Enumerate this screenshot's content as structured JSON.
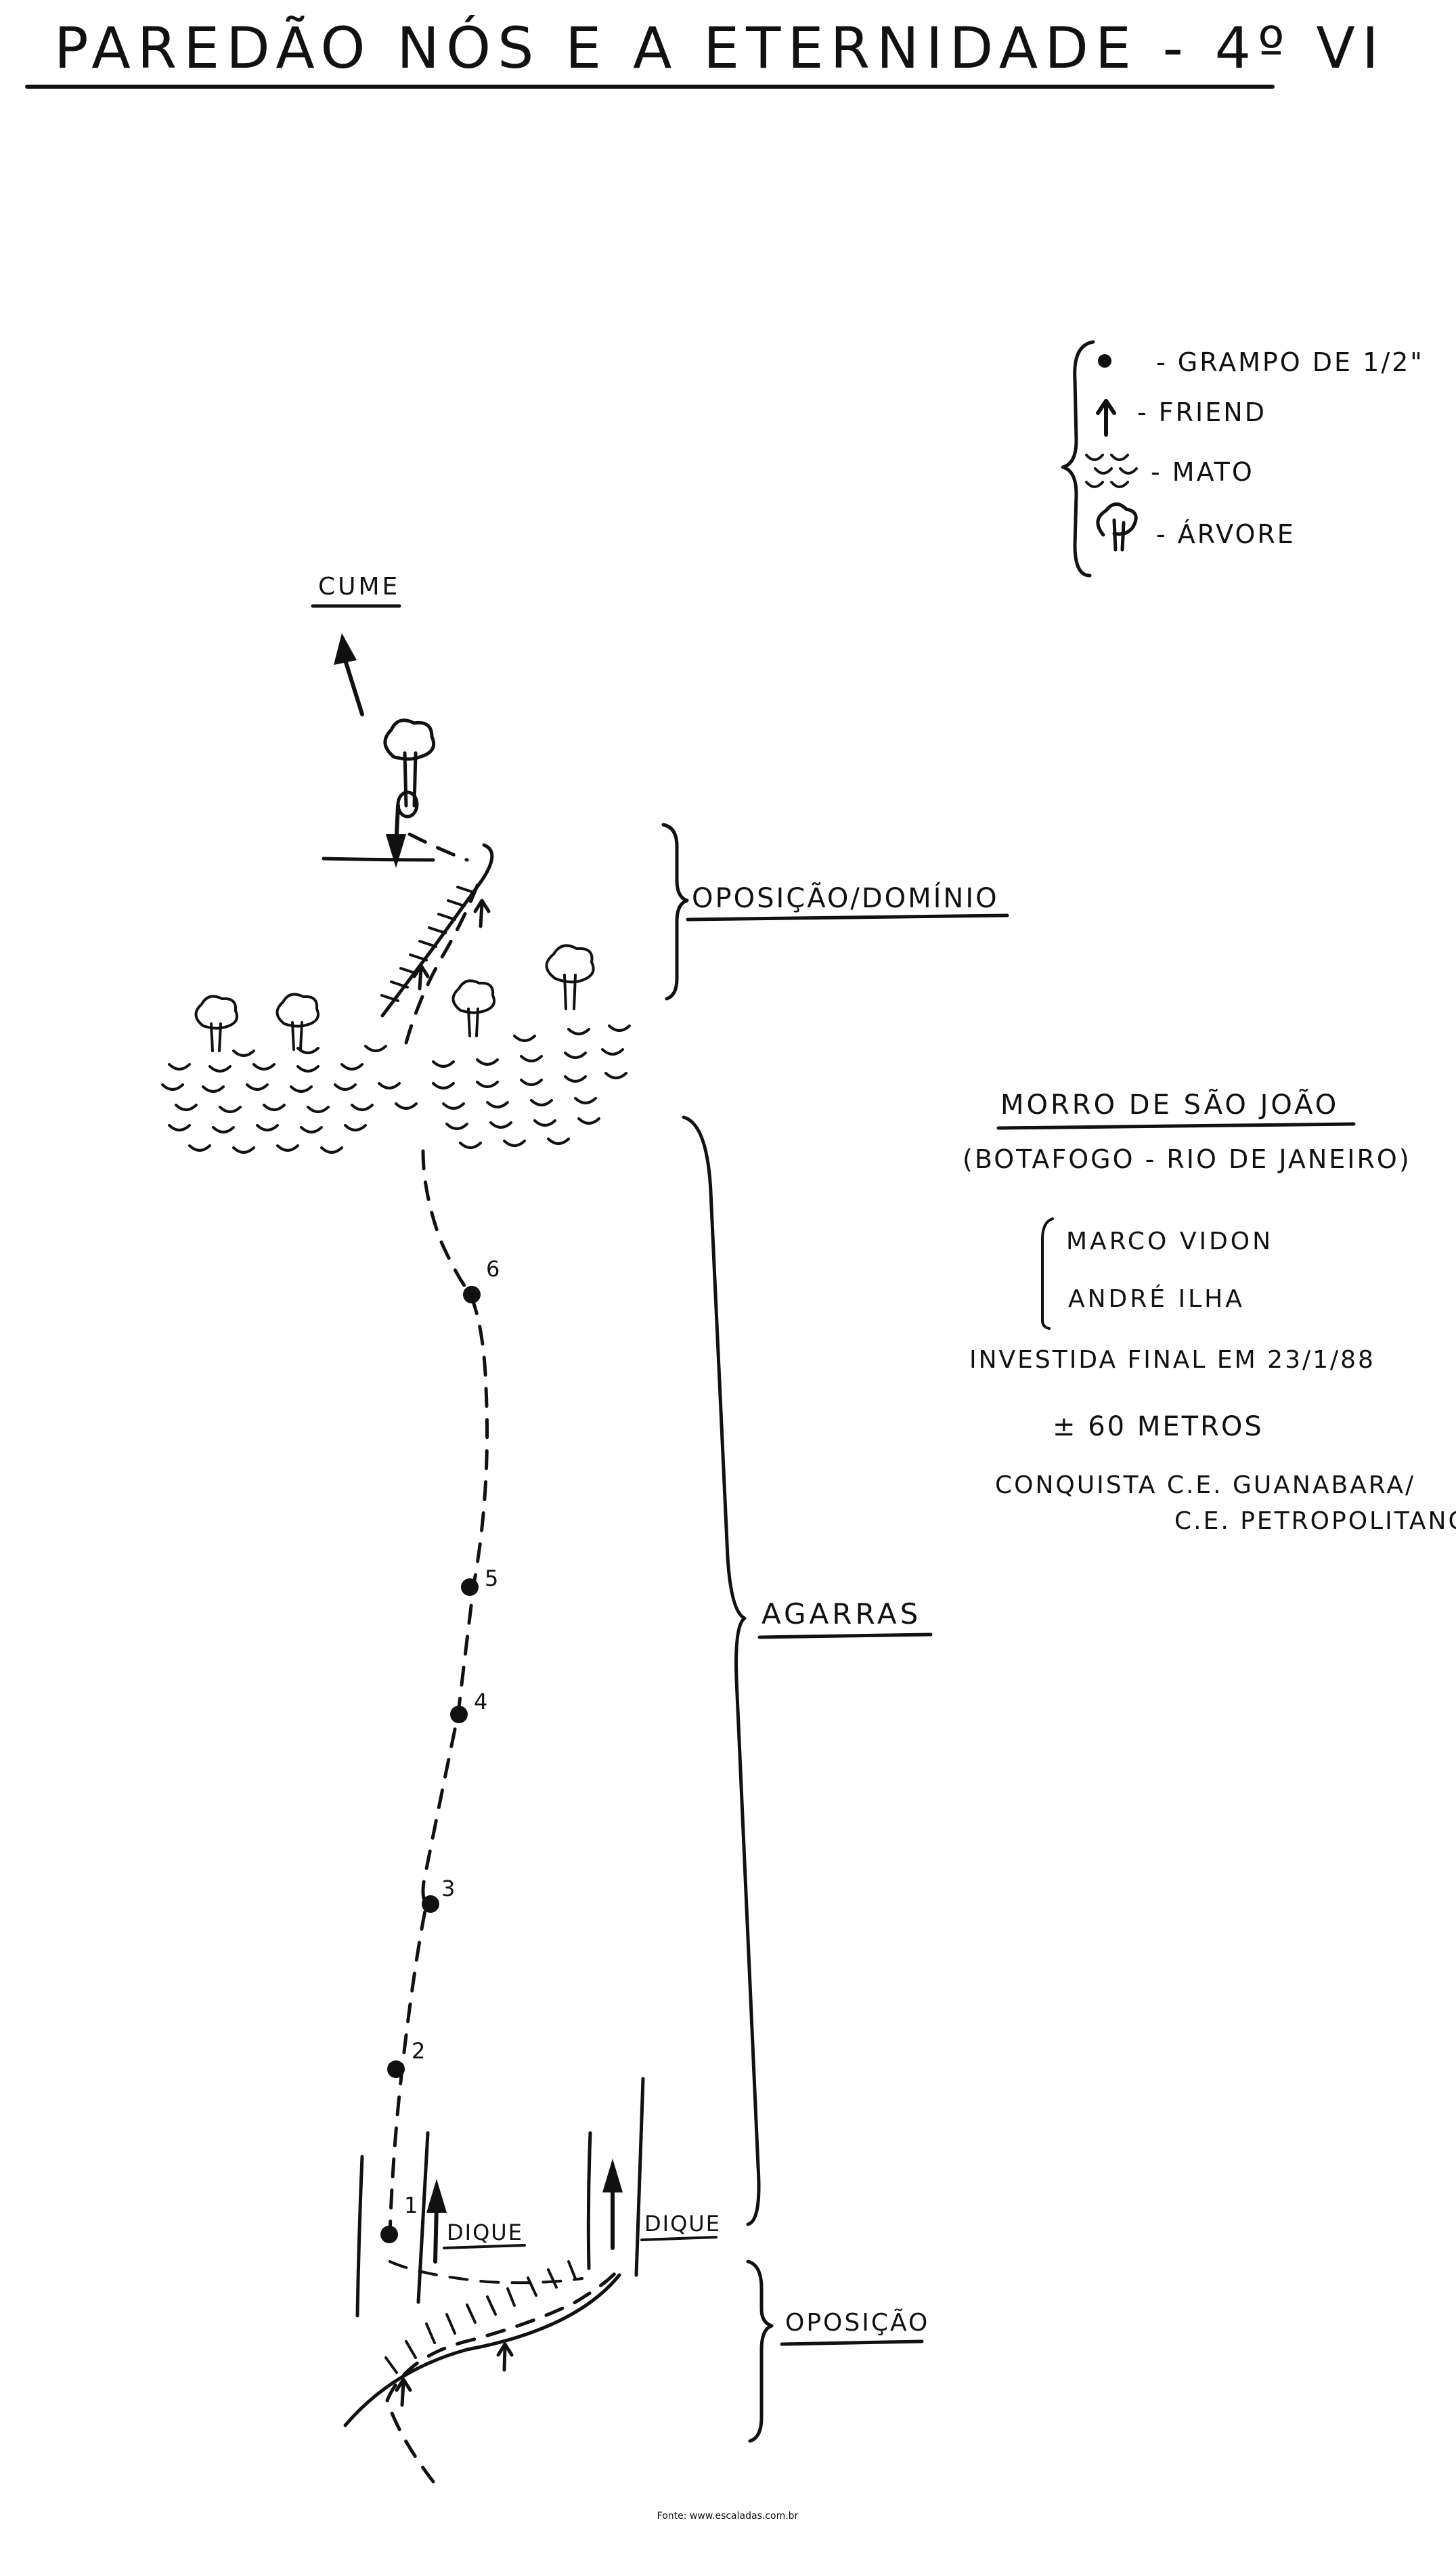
{
  "title": "PAREDÃO NÓS E A ETERNIDADE - 4º VI",
  "legend": {
    "items": [
      {
        "icon": "bolt-icon",
        "label": "- GRAMPO DE 1/2\""
      },
      {
        "icon": "friend-icon",
        "label": "- FRIEND"
      },
      {
        "icon": "bush-icon",
        "label": "- MATO"
      },
      {
        "icon": "tree-icon",
        "label": "- ÁRVORE"
      }
    ]
  },
  "route": {
    "summit_label": "CUME",
    "bolts": [
      "1",
      "2",
      "3",
      "4",
      "5",
      "6"
    ],
    "sections": {
      "top": "OPOSIÇÃO/DOMÍNIO",
      "middle": "AGARRAS",
      "bottom": "OPOSIÇÃO"
    },
    "dike_label_left": "DIQUE",
    "dike_label_right": "DIQUE"
  },
  "info": {
    "location": "MORRO DE SÃO JOÃO",
    "region": "(BOTAFOGO - RIO DE JANEIRO)",
    "climbers": [
      "MARCO VIDON",
      "ANDRÉ ILHA"
    ],
    "final_push": "INVESTIDA FINAL EM 23/1/88",
    "length": "± 60 METROS",
    "conquest_line1": "CONQUISTA C.E. GUANABARA/",
    "conquest_line2": "C.E. PETROPOLITANO"
  },
  "footer": "Fonte: www.escaladas.com.br"
}
